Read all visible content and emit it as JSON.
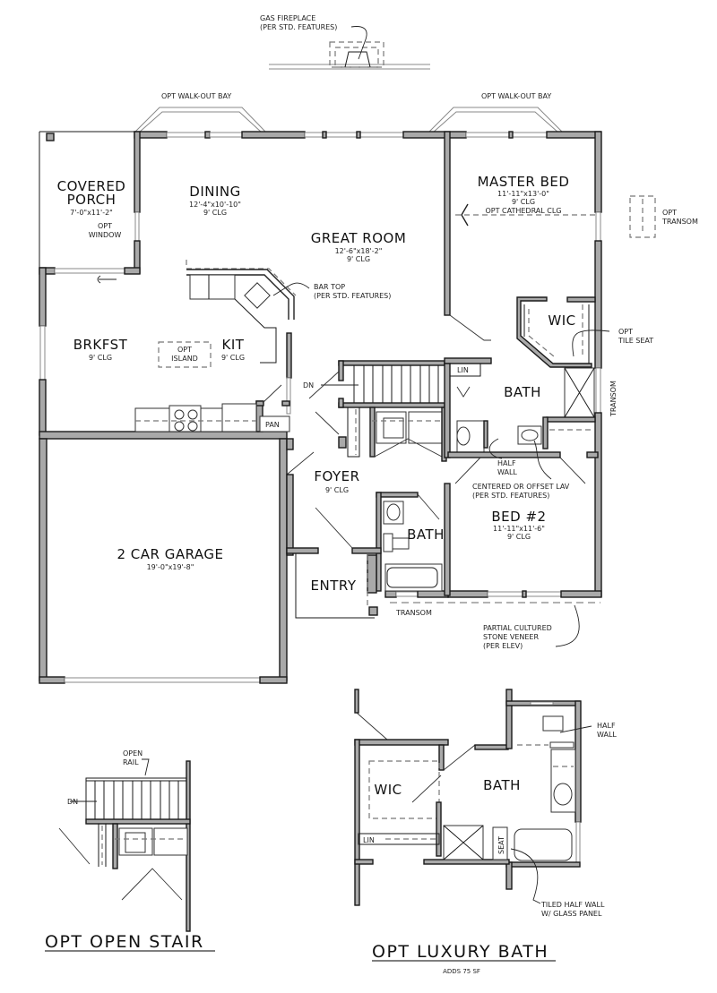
{
  "rooms": {
    "covered_porch": {
      "name_line1": "COVERED",
      "name_line2": "PORCH",
      "size": "7'-0\"x11'-2\""
    },
    "dining": {
      "name": "DINING",
      "size": "12'-4\"x10'-10\"",
      "ceiling": "9' CLG"
    },
    "great_room": {
      "name": "GREAT ROOM",
      "size": "12'-6\"x18'-2\"",
      "ceiling": "9' CLG"
    },
    "master_bed": {
      "name": "MASTER BED",
      "size": "11'-11\"x13'-0\"",
      "ceiling": "9' CLG",
      "ceiling_option": "OPT CATHEDRAL CLG"
    },
    "brkfst": {
      "name": "BRKFST",
      "ceiling": "9' CLG"
    },
    "kit": {
      "name": "KIT",
      "ceiling": "9' CLG"
    },
    "wic": {
      "name": "WIC"
    },
    "master_bath": {
      "name": "BATH"
    },
    "lin": {
      "name": "LIN"
    },
    "pan": {
      "name": "PAN"
    },
    "foyer": {
      "name": "FOYER",
      "ceiling": "9' CLG"
    },
    "bed2": {
      "name": "BED #2",
      "size": "11'-11\"x11'-6\"",
      "ceiling": "9' CLG"
    },
    "hall_bath": {
      "name": "BATH"
    },
    "garage": {
      "name": "2 CAR GARAGE",
      "size": "19'-0\"x19'-8\""
    },
    "entry": {
      "name": "ENTRY"
    }
  },
  "notes": {
    "gas_fireplace_1": "GAS FIREPLACE",
    "gas_fireplace_2": "(PER STD. FEATURES)",
    "walkout_bay_left": "OPT WALK-OUT BAY",
    "walkout_bay_right": "OPT WALK-OUT BAY",
    "opt_window_1": "OPT",
    "opt_window_2": "WINDOW",
    "bar_top_1": "BAR TOP",
    "bar_top_2": "(PER STD. FEATURES)",
    "opt_island_1": "OPT",
    "opt_island_2": "ISLAND",
    "opt_transom_1": "OPT",
    "opt_transom_2": "TRANSOM",
    "opt_tile_seat_1": "OPT",
    "opt_tile_seat_2": "TILE SEAT",
    "transom_vertical": "TRANSOM",
    "stair_dn": "DN",
    "half_wall_1": "HALF",
    "half_wall_2": "WALL",
    "lav_1": "CENTERED OR OFFSET LAV",
    "lav_2": "(PER STD. FEATURES)",
    "transom_bottom": "TRANSOM",
    "stone_1": "PARTIAL CULTURED",
    "stone_2": "STONE VENEER",
    "stone_3": "(PER ELEV)"
  },
  "open_stair": {
    "title": "OPT OPEN STAIR",
    "rail_1": "OPEN",
    "rail_2": "RAIL",
    "dn": "DN"
  },
  "luxury_bath": {
    "title": "OPT LUXURY BATH",
    "subtitle": "ADDS 75 SF",
    "wic": "WIC",
    "bath": "BATH",
    "lin": "LIN",
    "seat": "SEAT",
    "half_wall_1": "HALF",
    "half_wall_2": "WALL",
    "tiled_1": "TILED HALF WALL",
    "tiled_2": "W/ GLASS PANEL"
  }
}
